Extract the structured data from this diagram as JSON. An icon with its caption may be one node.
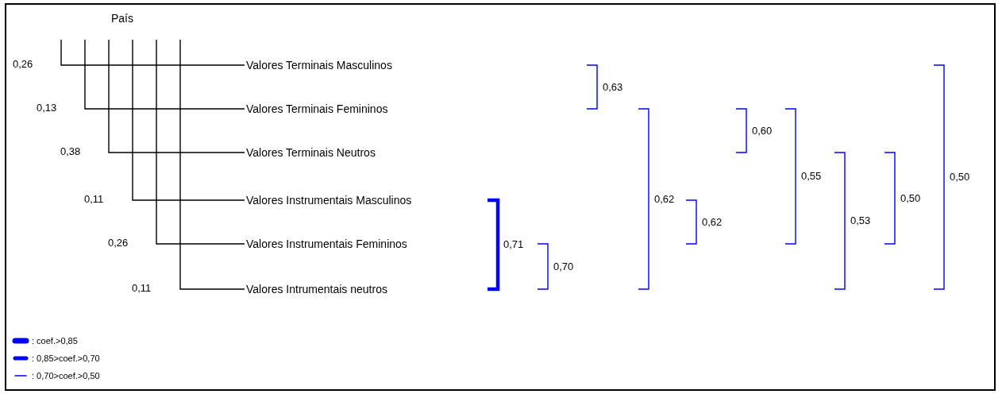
{
  "diagram": {
    "nodes": [
      {
        "text": [
          "País"
        ]
      },
      {
        "text": [
          "Valores Terminais Masculinos"
        ]
      },
      {
        "text": [
          "Valores Terminais Femininos"
        ]
      },
      {
        "text": [
          "Valores Terminais Neutros"
        ]
      },
      {
        "text": [
          "Valores Instrumentais Masculinos"
        ]
      },
      {
        "text": [
          "Valores Instrumentais Femininos"
        ]
      },
      {
        "text": [
          "Valores Intrumentais neutros"
        ]
      }
    ],
    "edges": [
      {
        "from": 0,
        "to": 1,
        "arrow": "none",
        "label": "0,26"
      },
      {
        "from": 0,
        "to": 2,
        "arrow": "none",
        "label": "0,13"
      },
      {
        "from": 0,
        "to": 3,
        "arrow": "none",
        "label": "0,38"
      },
      {
        "from": 0,
        "to": 4,
        "arrow": "none",
        "label": "0,11"
      },
      {
        "from": 0,
        "to": 5,
        "arrow": "none",
        "label": "0,26"
      },
      {
        "from": 0,
        "to": 6,
        "arrow": "none",
        "label": "0,11"
      }
    ],
    "labels": [
      "0,71",
      "0,70",
      "0,63",
      "0,62",
      "0,62",
      "0,60",
      "0,55",
      "0,53",
      "0,50",
      "0,50"
    ],
    "legend": [
      {
        "text": ": coef.>0,85"
      },
      {
        "text": ": 0,85>coef.>0,70"
      },
      {
        "text": ": 0,70>coef.>0,50"
      }
    ]
  }
}
